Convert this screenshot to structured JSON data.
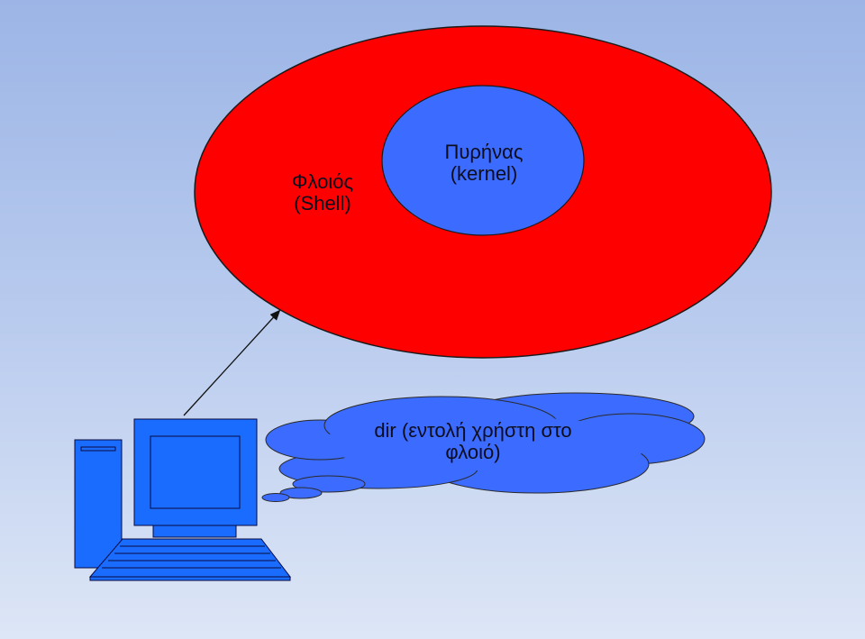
{
  "shell": {
    "line1": "Φλοιός",
    "line2": "(Shell)"
  },
  "kernel": {
    "line1": "Πυρήνας",
    "line2": "(kernel)"
  },
  "command": {
    "line1": "dir (εντολή χρήστη στο",
    "line2": "φλοιό)"
  },
  "colors": {
    "shell_fill": "#ff0000",
    "kernel_fill": "#3b6bff",
    "cloud_fill": "#3b6bff",
    "computer_fill": "#1a6cff",
    "outline": "#1a1a1a"
  },
  "icons": {
    "computer": "desktop-computer-icon",
    "cloud": "thought-cloud-icon"
  }
}
